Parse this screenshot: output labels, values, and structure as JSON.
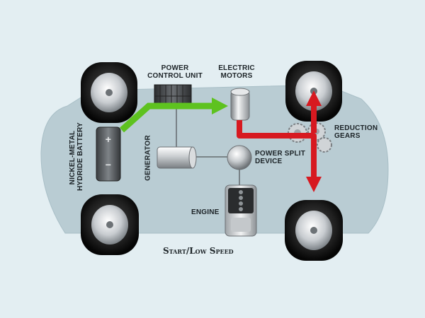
{
  "labels": {
    "power_control_unit": [
      "POWER",
      "CONTROL UNIT"
    ],
    "electric_motors": [
      "ELECTRIC",
      "MOTORS"
    ],
    "reduction_gears": [
      "REDUCTION",
      "GEARS"
    ],
    "power_split_device": [
      "POWER SPLIT",
      "DEVICE"
    ],
    "generator": "GENERATOR",
    "battery": [
      "NICKEL-METAL",
      "HYDRIDE BATTERY"
    ],
    "engine": "ENGINE"
  },
  "caption": "Start/Low Speed",
  "battery_symbols": {
    "plus": "+",
    "minus": "−"
  },
  "colors": {
    "background": "#e3eef2",
    "car_body": "#b9ccd3",
    "power_flow_electric": "#5ec21f",
    "power_flow_mechanical": "#d71920"
  }
}
